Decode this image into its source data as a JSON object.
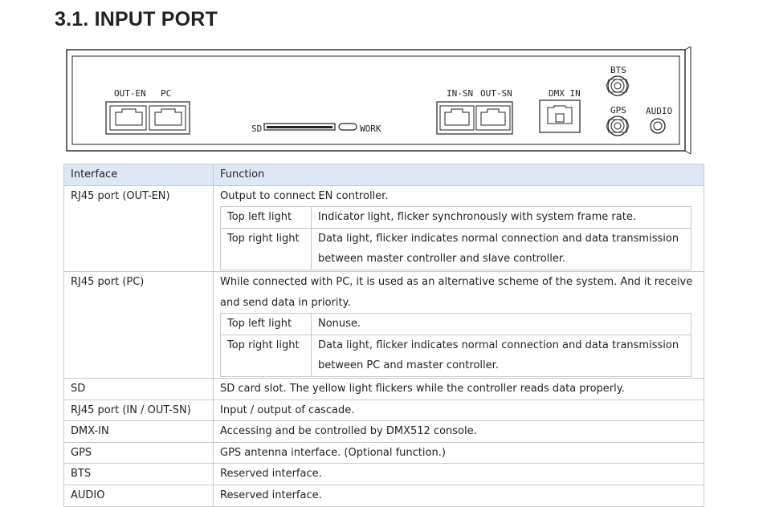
{
  "heading": "3.1. INPUT PORT",
  "panel": {
    "out_en": "OUT-EN",
    "pc": "PC",
    "sd": "SD",
    "work": "WORK",
    "in_sn": "IN-SN",
    "out_sn": "OUT-SN",
    "dmx_in": "DMX IN",
    "bts": "BTS",
    "gps": "GPS",
    "audio": "AUDIO"
  },
  "table": {
    "headers": [
      "Interface",
      "Function"
    ],
    "rows": [
      {
        "interface": "RJ45 port (OUT-EN)",
        "function": "Output to connect EN controller.",
        "sub": [
          {
            "light": "Top left light",
            "desc": "Indicator light, flicker synchronously with system frame rate."
          },
          {
            "light": "Top right light",
            "desc": "Data light, flicker indicates normal connection and data transmission between master controller and slave controller."
          }
        ]
      },
      {
        "interface": "RJ45 port (PC)",
        "function": "While connected with PC, it is used as an alternative scheme of the system. And it receive and send data in priority.",
        "sub": [
          {
            "light": "Top left light",
            "desc": "Nonuse."
          },
          {
            "light": "Top right light",
            "desc": "Data light, flicker indicates normal connection and data transmission between PC and master controller."
          }
        ]
      },
      {
        "interface": "SD",
        "function": "SD card slot. The yellow light flickers while the controller reads data properly."
      },
      {
        "interface": "RJ45 port (IN / OUT-SN)",
        "function": "Input / output of cascade."
      },
      {
        "interface": "DMX-IN",
        "function": "Accessing and be controlled by DMX512 console."
      },
      {
        "interface": "GPS",
        "function": "GPS antenna interface. (Optional function.)"
      },
      {
        "interface": "BTS",
        "function": "Reserved interface."
      },
      {
        "interface": "AUDIO",
        "function": "Reserved interface."
      }
    ]
  }
}
